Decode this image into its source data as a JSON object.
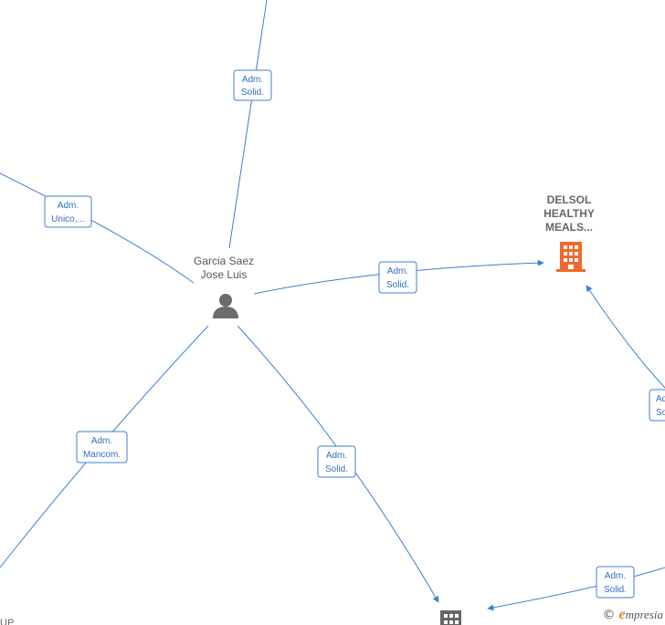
{
  "nodes": {
    "person": {
      "line1": "Garcia Saez",
      "line2": "Jose Luis",
      "icon": "person-icon"
    },
    "company": {
      "line1": "DELSOL",
      "line2": "HEALTHY",
      "line3": "MEALS...",
      "icon": "building-icon",
      "color": "#ef6a2f"
    },
    "company_bottom": {
      "icon": "building-icon",
      "color": "#666666"
    },
    "partial_bottom_left": {
      "text": "UP"
    }
  },
  "edges": [
    {
      "l1": "Adm.",
      "l2": "Solid."
    },
    {
      "l1": "Adm.",
      "l2": "Unico,..."
    },
    {
      "l1": "Adm.",
      "l2": "Solid."
    },
    {
      "l1": "Adm.",
      "l2": "Mancom."
    },
    {
      "l1": "Adm.",
      "l2": "Solid."
    },
    {
      "l1": "Adm.",
      "l2": "Solid."
    },
    {
      "l1": "Ad",
      "l2": "So"
    }
  ],
  "colors": {
    "edge": "#3b7fd1",
    "label_text": "#2f6fc2"
  },
  "watermark": {
    "copyright": "©",
    "brand_first": "e",
    "brand_rest": "mpresia"
  }
}
